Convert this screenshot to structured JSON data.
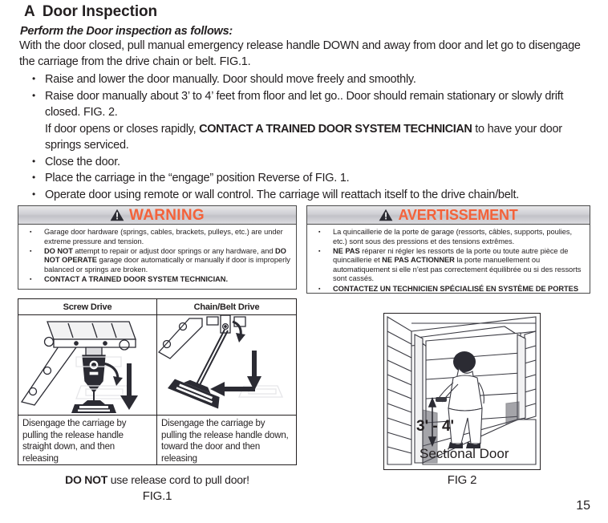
{
  "section": {
    "letter": "A",
    "title": "Door Inspection",
    "subheading": "Perform the Door inspection as follows:",
    "intro": "With the door closed, pull manual emergency release handle DOWN and away from door and let go to disengage the carriage from the drive chain or belt. FIG.1."
  },
  "bullets": [
    {
      "text": "Raise and lower the door manually. Door should move freely and smoothly."
    },
    {
      "text": "Raise door manually about 3’ to 4’ feet from floor and let go.. Door should remain stationary or slowly drift closed. FIG. 2.",
      "continuation_pre": "If door opens or closes rapidly, ",
      "continuation_bold": "CONTACT A TRAINED DOOR SYSTEM TECHNICIAN",
      "continuation_post": " to have your door springs serviced."
    },
    {
      "text": "Close the door."
    },
    {
      "text": "Place the carriage in the “engage” position Reverse of FIG. 1."
    },
    {
      "text": "Operate door using remote or wall control. The carriage will reattach itself to the drive chain/belt."
    }
  ],
  "warning_en": {
    "heading": "WARNING",
    "icon": "warning-triangle-icon",
    "accent_color": "#f4623a",
    "items": [
      {
        "pre": "",
        "bold": "",
        "post": "Garage door hardware (springs, cables, brackets, pulleys, etc.) are under extreme pressure and tension."
      },
      {
        "pre": "",
        "bold": "DO NOT",
        "post": " attempt to repair or adjust door springs or any hardware, and ",
        "bold2": "DO NOT OPERATE",
        "post2": " garage door automatically or manually if door is improperly balanced or springs are broken."
      },
      {
        "pre": "",
        "bold": "CONTACT A TRAINED DOOR SYSTEM TECHNICIAN.",
        "post": ""
      }
    ]
  },
  "warning_fr": {
    "heading": "AVERTISSEMENT",
    "icon": "warning-triangle-icon",
    "accent_color": "#f4623a",
    "items": [
      {
        "pre": "",
        "bold": "",
        "post": "La quincaillerie de la porte de garage (ressorts, câbles, supports, poulies, etc.) sont sous des pressions et des tensions extrêmes."
      },
      {
        "pre": "",
        "bold": "NE PAS",
        "post": " réparer ni régler les ressorts de la porte ou toute autre pièce de quincaillerie et ",
        "bold2": "NE PAS ACTIONNER",
        "post2": " la porte manuellement ou automatiquement si elle n’est pas correctement équilibrée ou si des ressorts sont cassés."
      },
      {
        "pre": "",
        "bold": "CONTACTEZ UN TECHNICIEN SPÉCIALISÉ EN SYSTÈME DE PORTES",
        "post": ""
      }
    ]
  },
  "fig1": {
    "left_title": "Screw Drive",
    "right_title": "Chain/Belt Drive",
    "left_caption": "Disengage the carriage by pulling the release handle straight down, and then releasing",
    "right_caption": "Disengage the carriage by pulling the release handle down, toward the door and then releasing",
    "donot_bold": "DO NOT",
    "donot_rest": " use release cord to pull door!",
    "label": "FIG.1"
  },
  "fig2": {
    "dimension_label": "3' - 4'",
    "door_label": "Sectional Door",
    "label": "FIG 2"
  },
  "page_number": "15"
}
